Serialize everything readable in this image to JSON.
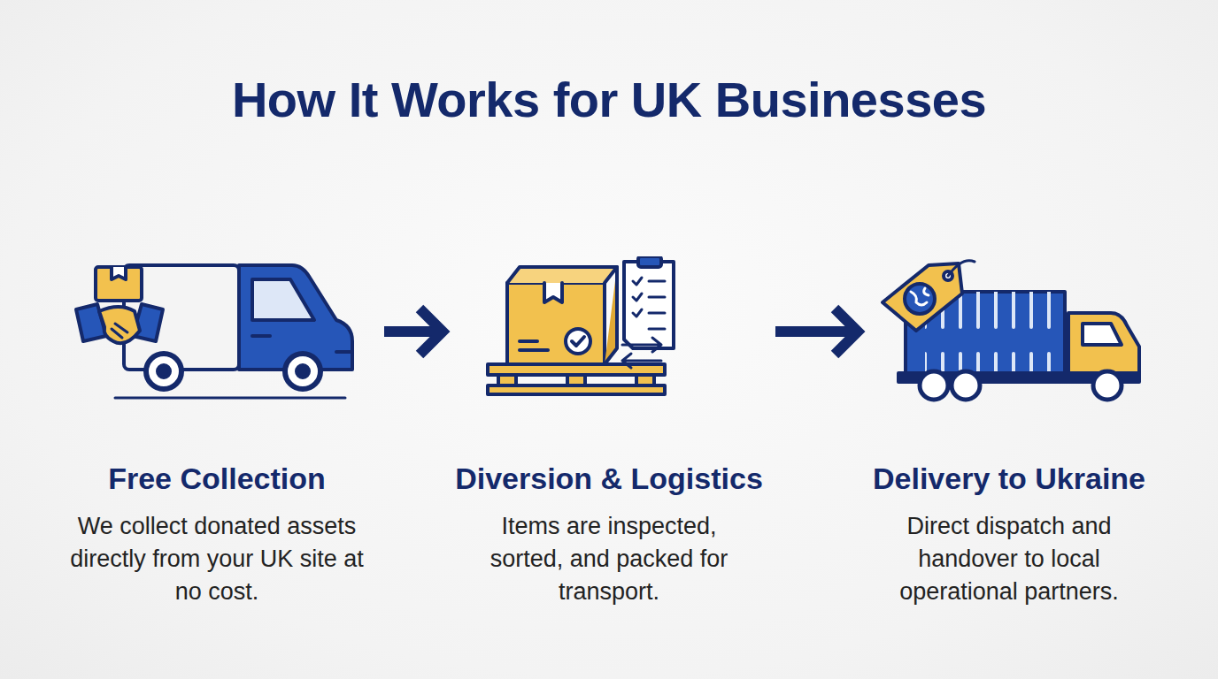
{
  "diagram": {
    "title": "How It Works for UK Businesses",
    "nodes": [
      {
        "text": [
          "Free Collection",
          "We collect donated assets directly from your UK site at no cost."
        ]
      },
      {
        "text": [
          "Diversion & Logistics",
          "Items are inspected, sorted, and packed for transport."
        ]
      },
      {
        "text": [
          "Delivery to Ukraine",
          "Direct dispatch and handover to local operational partners."
        ]
      }
    ],
    "edges": [
      {
        "from": 0,
        "to": 1,
        "arrow": "to"
      },
      {
        "from": 1,
        "to": 2,
        "arrow": "to"
      }
    ]
  }
}
